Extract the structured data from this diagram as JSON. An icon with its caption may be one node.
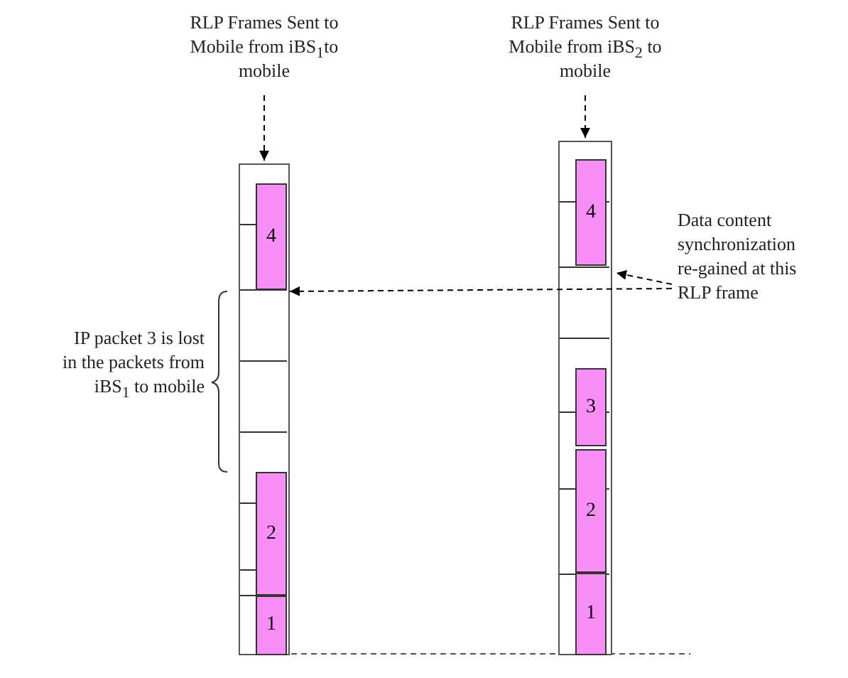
{
  "diagram": {
    "nodes": [
      {
        "text": [
          "RLP Frames Sent to Mobile from iBS$_{1}$to mobile"
        ]
      },
      {
        "text": [
          "RLP Frames Sent to Mobile from iBS$_{2}$ to mobile"
        ]
      },
      {
        "text": [],
        "shape": "bar"
      },
      {
        "text": [
          "4"
        ],
        "in": 2
      },
      {
        "text": [
          "2"
        ],
        "in": 2
      },
      {
        "text": [
          "1"
        ],
        "in": 2
      },
      {
        "text": [],
        "shape": "bar"
      },
      {
        "text": [
          "4"
        ],
        "in": 6
      },
      {
        "text": [
          "3"
        ],
        "in": 6
      },
      {
        "text": [
          "2"
        ],
        "in": 6
      },
      {
        "text": [
          "1"
        ],
        "in": 6
      },
      {
        "text": [
          "Data content synchronization re-gained at this RLP frame"
        ]
      }
    ],
    "edges": [
      {
        "from": 0,
        "to": 2,
        "arrow": "to",
        "style": "dashed"
      },
      {
        "from": 1,
        "to": 6,
        "arrow": "to",
        "style": "dashed"
      },
      {
        "from": 11,
        "to": 7,
        "arrow": "to",
        "style": "dashed"
      },
      {
        "from": 11,
        "to": 3,
        "arrow": "to",
        "style": "dashed"
      }
    ],
    "labels": [
      "IP packet 3 is lost in the packets from iBS$_{1}$ to mobile"
    ]
  }
}
